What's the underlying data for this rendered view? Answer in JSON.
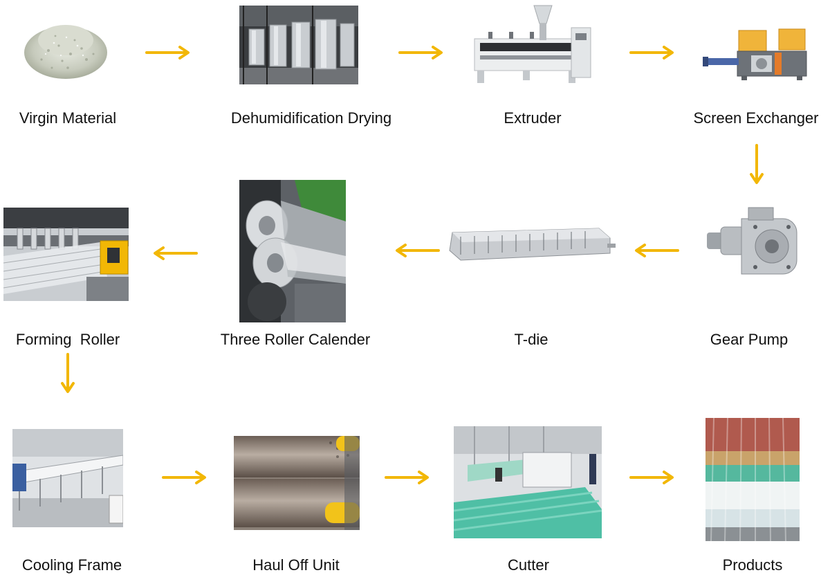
{
  "diagram": {
    "arrow_color": "#f2b705",
    "steps": [
      {
        "label": "Virgin Material",
        "icon": "granules-image"
      },
      {
        "label": "Dehumidification Drying",
        "icon": "dryer-image"
      },
      {
        "label": "Extruder",
        "icon": "extruder-image"
      },
      {
        "label": "Screen Exchanger",
        "icon": "screen-exchanger-image"
      },
      {
        "label": "Gear Pump",
        "icon": "gear-pump-image"
      },
      {
        "label": "T-die",
        "icon": "t-die-image"
      },
      {
        "label": "Three Roller Calender",
        "icon": "calender-image"
      },
      {
        "label": "Forming  Roller",
        "icon": "forming-roller-image"
      },
      {
        "label": "Cooling Frame",
        "icon": "cooling-frame-image"
      },
      {
        "label": "Haul Off Unit",
        "icon": "haul-off-image"
      },
      {
        "label": "Cutter",
        "icon": "cutter-image"
      },
      {
        "label": "Products",
        "icon": "products-image"
      }
    ],
    "flow": [
      [
        0,
        1
      ],
      [
        1,
        2
      ],
      [
        2,
        3
      ],
      [
        3,
        4
      ],
      [
        4,
        5
      ],
      [
        5,
        6
      ],
      [
        6,
        7
      ],
      [
        7,
        8
      ],
      [
        8,
        9
      ],
      [
        9,
        10
      ],
      [
        10,
        11
      ]
    ]
  }
}
